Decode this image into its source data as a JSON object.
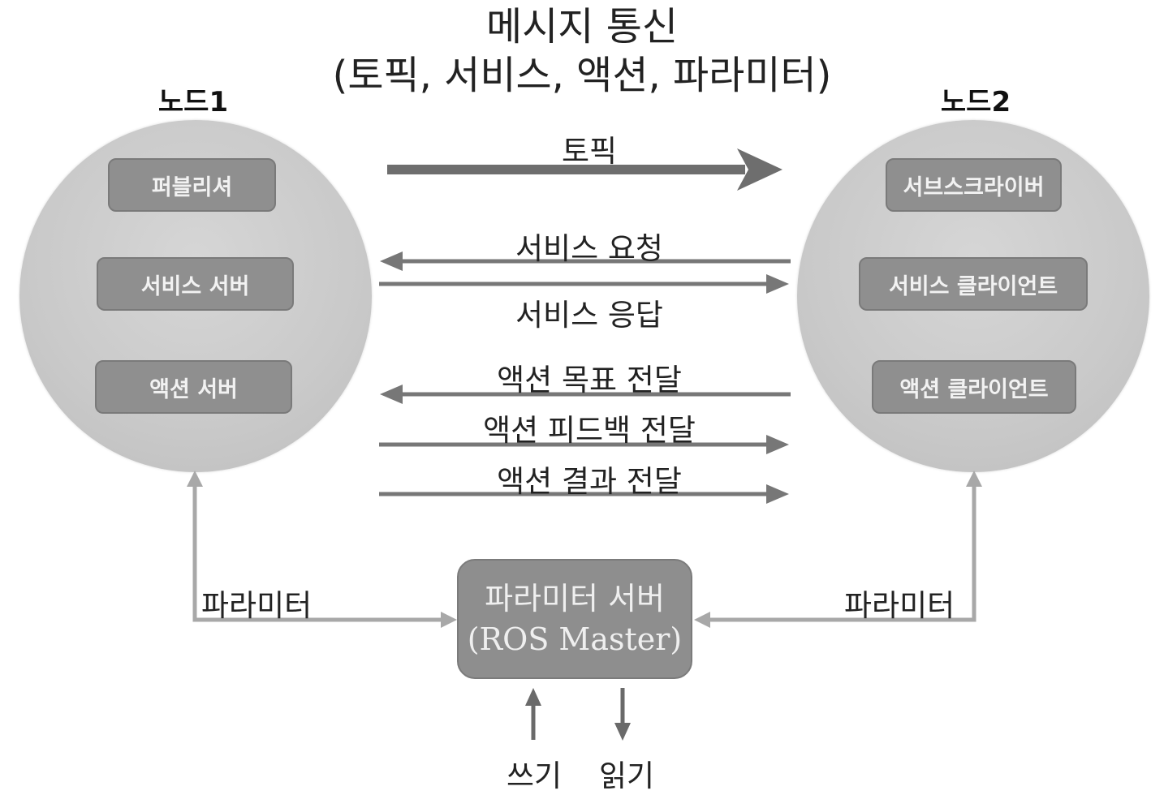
{
  "title": {
    "line1": "메시지 통신",
    "line2": "(토픽, 서비스, 액션, 파라미터)"
  },
  "node1": {
    "label": "노드1",
    "items": [
      "퍼블리셔",
      "서비스 서버",
      "액션 서버"
    ]
  },
  "node2": {
    "label": "노드2",
    "items": [
      "서브스크라이버",
      "서비스 클라이언트",
      "액션 클라이언트"
    ]
  },
  "arrows": {
    "topic": "토픽",
    "service_request": "서비스 요청",
    "service_response": "서비스 응답",
    "action_goal": "액션 목표 전달",
    "action_feedback": "액션 피드백 전달",
    "action_result": "액션 결과 전달"
  },
  "param_left": "파라미터",
  "param_right": "파라미터",
  "param_server": {
    "line1": "파라미터 서버",
    "line2": "(ROS Master)"
  },
  "write_label": "쓰기",
  "read_label": "읽기",
  "colors": {
    "circle": "#c9c9c9",
    "pill": "#8f8f8f",
    "arrow_dark": "#6e6e6e",
    "arrow_medium": "#777777",
    "param_arrow": "#a8a8a8"
  }
}
